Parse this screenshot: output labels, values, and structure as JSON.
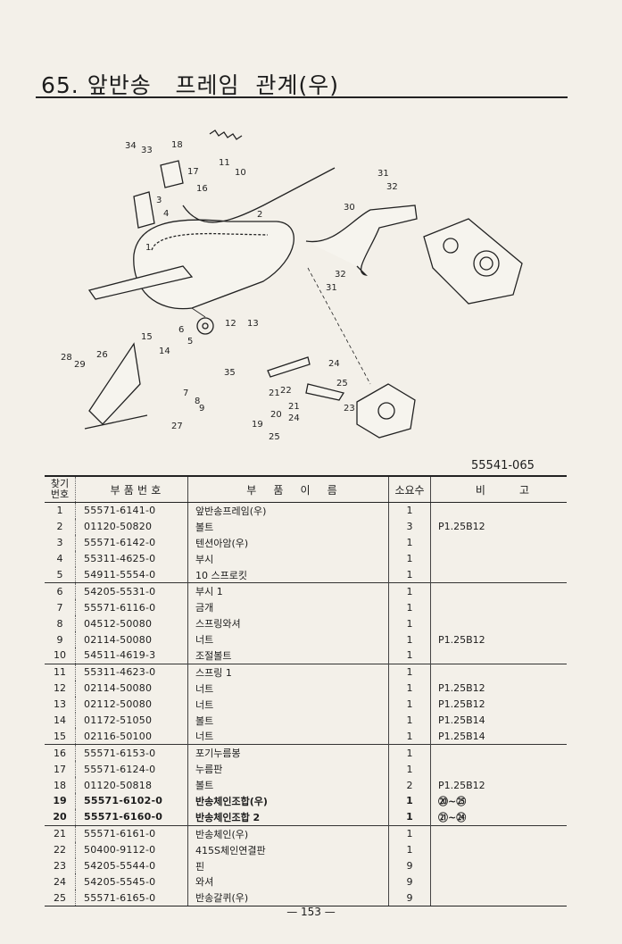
{
  "title": "65. 앞반송   프레임  관계(우)",
  "figure_code": "55541-065",
  "callouts": [
    "34",
    "33",
    "18",
    "17",
    "16",
    "3",
    "4",
    "11",
    "10",
    "2",
    "31",
    "32",
    "30",
    "32",
    "31",
    "12",
    "13",
    "6",
    "5",
    "15",
    "14",
    "1",
    "28",
    "29",
    "26",
    "35",
    "7",
    "8",
    "9",
    "27",
    "24",
    "25",
    "21",
    "22",
    "23",
    "20",
    "21",
    "24",
    "19",
    "25"
  ],
  "table": {
    "headers": {
      "no": "찾기\n번호",
      "part_number": "부 품 번 호",
      "part_name": "부     품     이     름",
      "qty": "소요수",
      "remarks": "비          고"
    },
    "rows": [
      {
        "no": "1",
        "pn": "55571-6141-0",
        "name": "앞반송프레임(우)",
        "qty": "1",
        "rem": ""
      },
      {
        "no": "2",
        "pn": "01120-50820",
        "name": "볼트",
        "qty": "3",
        "rem": "P1.25B12"
      },
      {
        "no": "3",
        "pn": "55571-6142-0",
        "name": "텐션아암(우)",
        "qty": "1",
        "rem": ""
      },
      {
        "no": "4",
        "pn": "55311-4625-0",
        "name": "부시",
        "qty": "1",
        "rem": ""
      },
      {
        "no": "5",
        "pn": "54911-5554-0",
        "name": "10 스프로킷",
        "qty": "1",
        "rem": ""
      },
      {
        "no": "6",
        "pn": "54205-5531-0",
        "name": "부시 1",
        "qty": "1",
        "rem": ""
      },
      {
        "no": "7",
        "pn": "55571-6116-0",
        "name": "금개",
        "qty": "1",
        "rem": ""
      },
      {
        "no": "8",
        "pn": "04512-50080",
        "name": "스프링와셔",
        "qty": "1",
        "rem": ""
      },
      {
        "no": "9",
        "pn": "02114-50080",
        "name": "너트",
        "qty": "1",
        "rem": "P1.25B12"
      },
      {
        "no": "10",
        "pn": "54511-4619-3",
        "name": "조절볼트",
        "qty": "1",
        "rem": ""
      },
      {
        "no": "11",
        "pn": "55311-4623-0",
        "name": "스프링 1",
        "qty": "1",
        "rem": ""
      },
      {
        "no": "12",
        "pn": "02114-50080",
        "name": "너트",
        "qty": "1",
        "rem": "P1.25B12"
      },
      {
        "no": "13",
        "pn": "02112-50080",
        "name": "너트",
        "qty": "1",
        "rem": "P1.25B12"
      },
      {
        "no": "14",
        "pn": "01172-51050",
        "name": "볼트",
        "qty": "1",
        "rem": "P1.25B14"
      },
      {
        "no": "15",
        "pn": "02116-50100",
        "name": "너트",
        "qty": "1",
        "rem": "P1.25B14"
      },
      {
        "no": "16",
        "pn": "55571-6153-0",
        "name": "포기누름봉",
        "qty": "1",
        "rem": ""
      },
      {
        "no": "17",
        "pn": "55571-6124-0",
        "name": "누름판",
        "qty": "1",
        "rem": ""
      },
      {
        "no": "18",
        "pn": "01120-50818",
        "name": "볼트",
        "qty": "2",
        "rem": "P1.25B12"
      },
      {
        "no": "19",
        "pn": "55571-6102-0",
        "name": "반송체인조합(우)",
        "qty": "1",
        "rem": "⑳~㉕"
      },
      {
        "no": "20",
        "pn": "55571-6160-0",
        "name": "반송체인조합 2",
        "qty": "1",
        "rem": "㉑~㉔"
      },
      {
        "no": "21",
        "pn": "55571-6161-0",
        "name": "반송체인(우)",
        "qty": "1",
        "rem": ""
      },
      {
        "no": "22",
        "pn": "50400-9112-0",
        "name": "415S체인연결판",
        "qty": "1",
        "rem": ""
      },
      {
        "no": "23",
        "pn": "54205-5544-0",
        "name": "핀",
        "qty": "9",
        "rem": ""
      },
      {
        "no": "24",
        "pn": "54205-5545-0",
        "name": "와셔",
        "qty": "9",
        "rem": ""
      },
      {
        "no": "25",
        "pn": "55571-6165-0",
        "name": "반송갈퀴(우)",
        "qty": "9",
        "rem": ""
      }
    ]
  },
  "page_number": "— 153 —"
}
